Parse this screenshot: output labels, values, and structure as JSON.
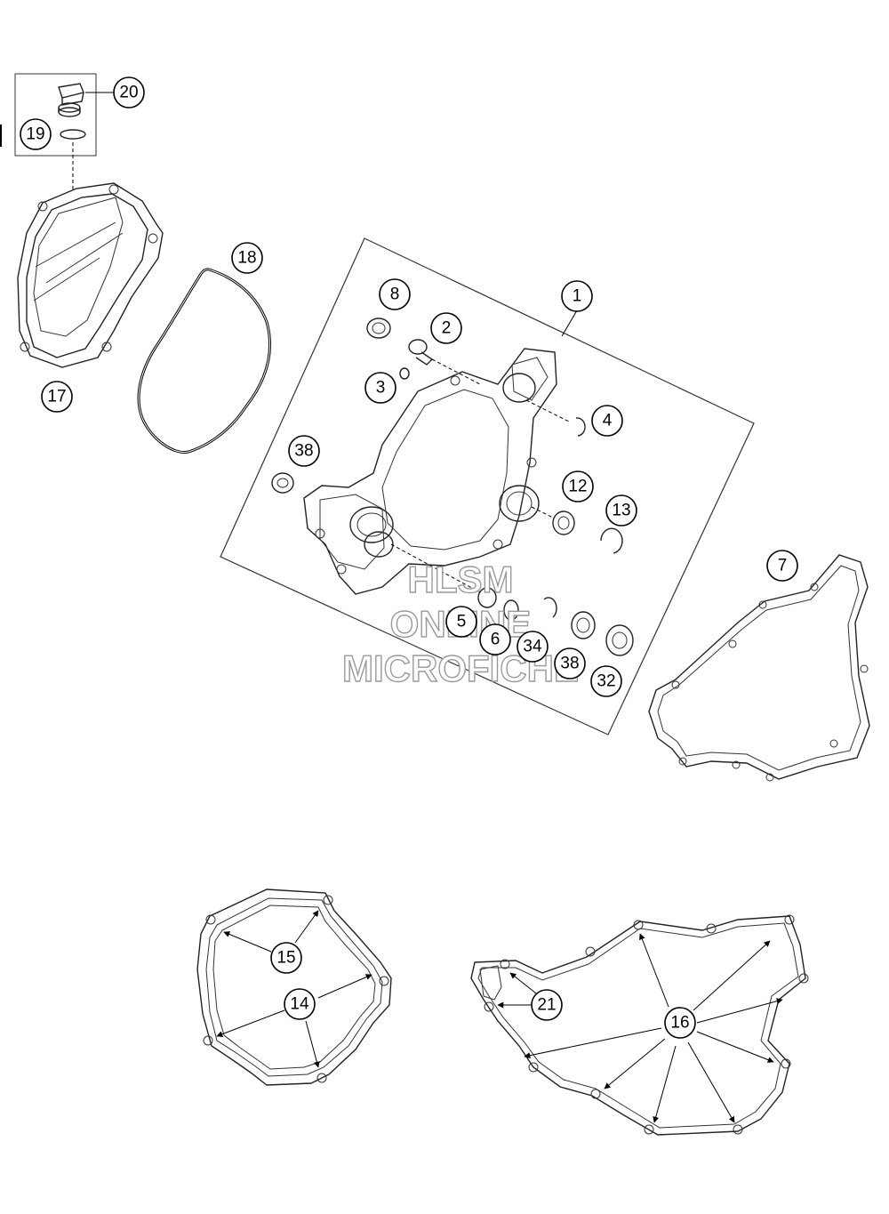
{
  "diagram": {
    "type": "exploded parts diagram",
    "callouts": [
      "20",
      "19",
      "17",
      "18",
      "1",
      "8",
      "2",
      "3",
      "4",
      "38",
      "12",
      "13",
      "5",
      "6",
      "34",
      "38",
      "32",
      "7",
      "15",
      "14",
      "21",
      "16"
    ]
  },
  "watermark": {
    "line1": "HLSM",
    "line2": "ONLINE",
    "line3": "MICROFICHE"
  }
}
